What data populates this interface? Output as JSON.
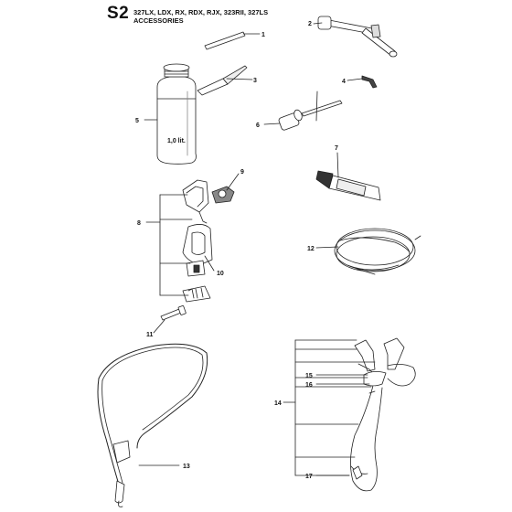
{
  "header": {
    "section_code": "S2",
    "models": "327LX, LDX, RX, RDX, RJX, 323RII, 327LS",
    "title": "ACCESSORIES"
  },
  "bottle": {
    "volume_label": "1,0 lit."
  },
  "callouts": [
    "1",
    "2",
    "3",
    "4",
    "5",
    "6",
    "7",
    "8",
    "9",
    "10",
    "11",
    "12",
    "13",
    "14",
    "15",
    "16",
    "17"
  ],
  "colors": {
    "line": "#222222",
    "fill": "#ffffff",
    "shade": "#555555",
    "dark": "#1a1a1a"
  }
}
